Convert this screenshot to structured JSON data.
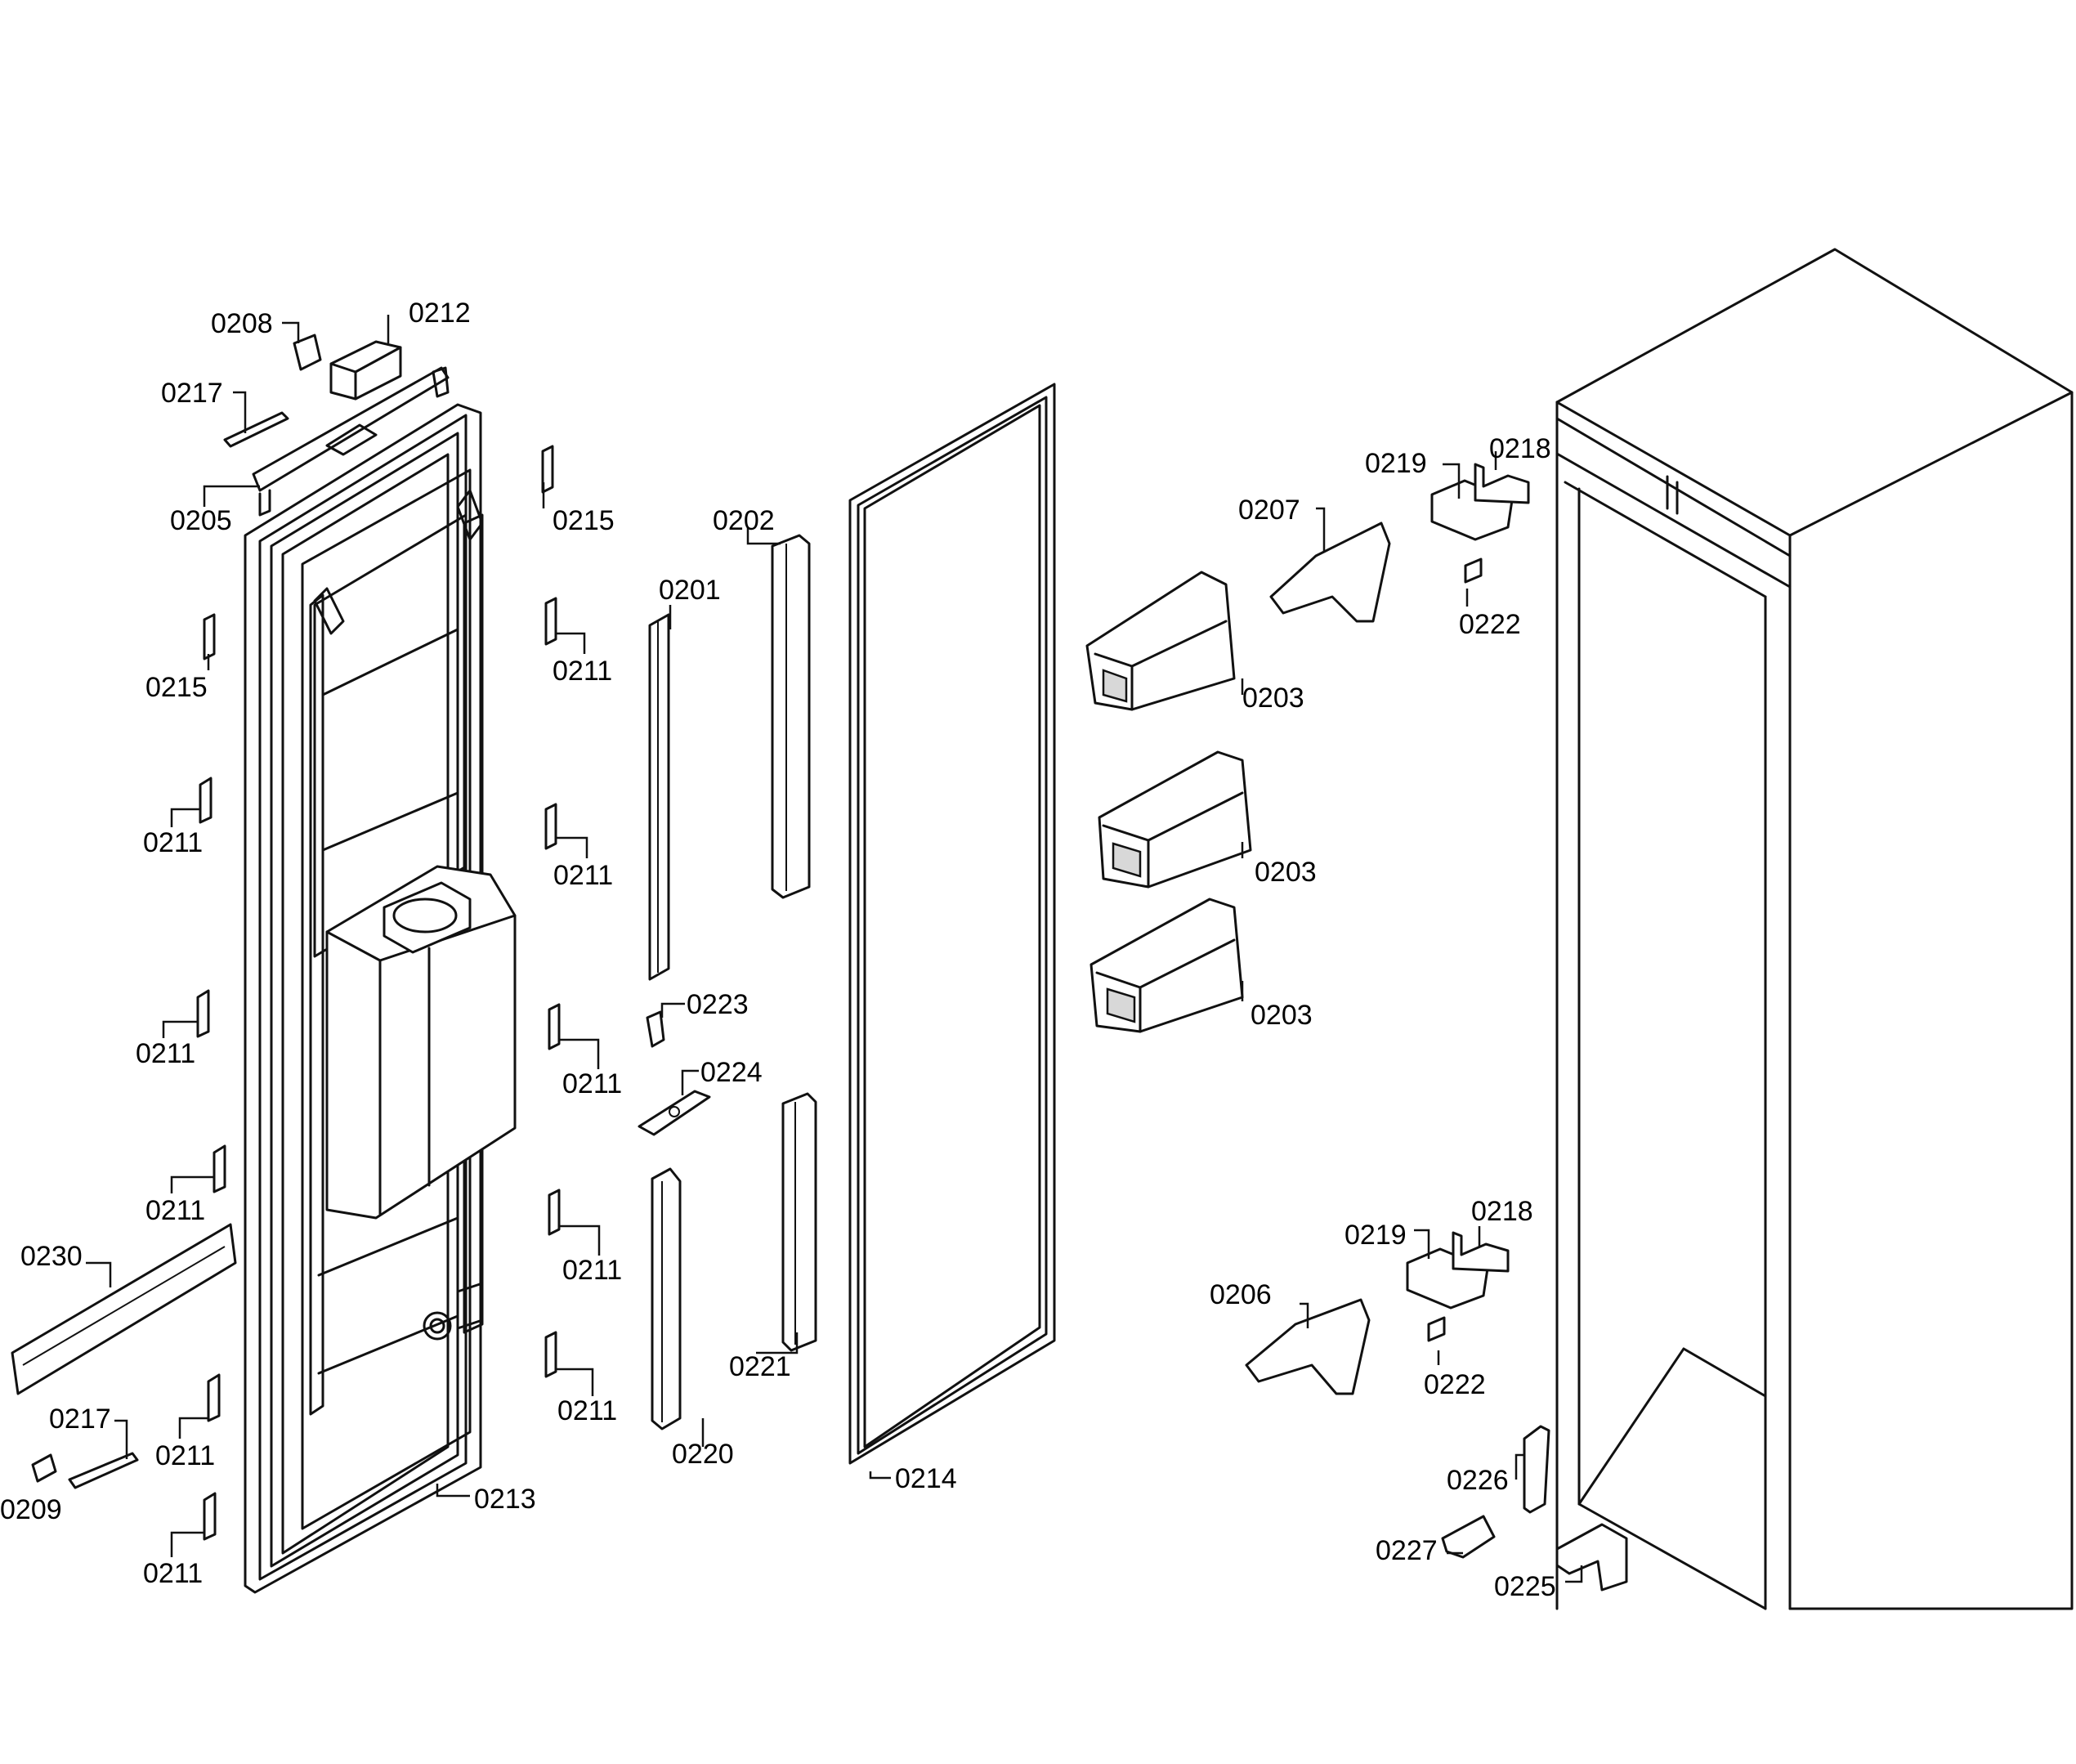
{
  "callouts": [
    "0201",
    "0202",
    "0203",
    "0205",
    "0206",
    "0207",
    "0208",
    "0209",
    "0211",
    "0212",
    "0213",
    "0214",
    "0215",
    "0217",
    "0218",
    "0219",
    "0220",
    "0221",
    "0222",
    "0223",
    "0224",
    "0225",
    "0226",
    "0227",
    "0230"
  ],
  "labels": {
    "p0208": "0208",
    "p0212": "0212",
    "p0217a": "0217",
    "p0205": "0205",
    "p0215a": "0215",
    "p0215b": "0215",
    "p0202": "0202",
    "p0201": "0201",
    "p0211a": "0211",
    "p0211b": "0211",
    "p0211c": "0211",
    "p0211d": "0211",
    "p0211e": "0211",
    "p0211f": "0211",
    "p0211g": "0211",
    "p0211h": "0211",
    "p0211i": "0211",
    "p0211j": "0211",
    "p0230": "0230",
    "p0217b": "0217",
    "p0209": "0209",
    "p0213": "0213",
    "p0223": "0223",
    "p0224": "0224",
    "p0221": "0221",
    "p0220": "0220",
    "p0214": "0214",
    "p0219a": "0219",
    "p0218a": "0218",
    "p0207": "0207",
    "p0222a": "0222",
    "p0203a": "0203",
    "p0203b": "0203",
    "p0203c": "0203",
    "p0219b": "0219",
    "p0218b": "0218",
    "p0206": "0206",
    "p0222b": "0222",
    "p0226": "0226",
    "p0227": "0227",
    "p0225": "0225"
  }
}
